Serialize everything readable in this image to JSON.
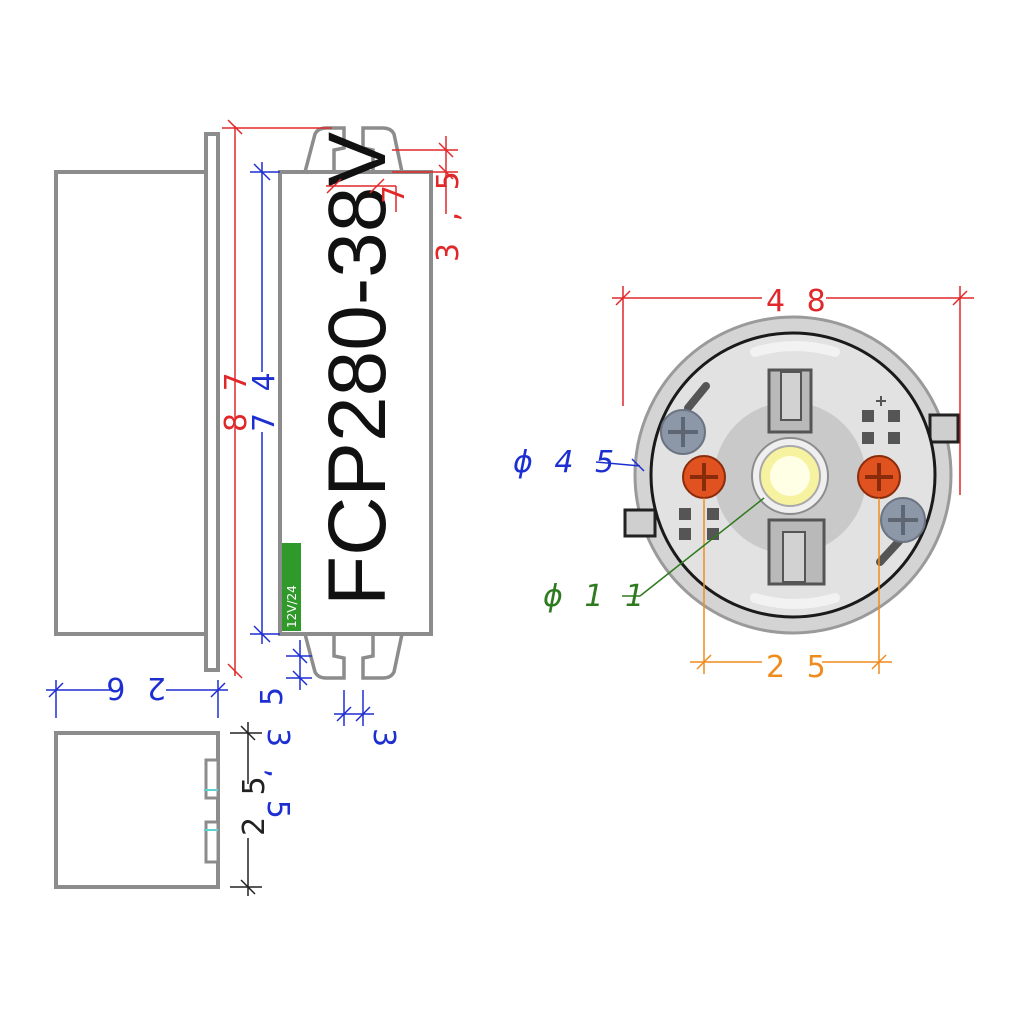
{
  "model_label": "FCP280-38V",
  "badge_text": "12V/24",
  "dimensions": {
    "d87": "8 7",
    "d74": "7 4",
    "d35_top": "3 , 5",
    "d7": "7",
    "d5_left": "5",
    "d35_bottom_left": "3 , 5",
    "d3_bottom": "3",
    "d26": "2 6",
    "d25_side": "2 5",
    "d48": "4 8",
    "phi45": "ϕ 4 5",
    "phi11": "ϕ 1 1",
    "d25_terminals": "2 5"
  },
  "colors": {
    "red_dim": "#e0282a",
    "blue_dim": "#1d2fd0",
    "green_dim": "#2e7a1e",
    "orange_dim": "#f08c1e",
    "body_outline": "#8c8c8c",
    "terminal_screw": "#e0521f",
    "led": "#f6f2a0",
    "badge": "#2f9a2a"
  }
}
